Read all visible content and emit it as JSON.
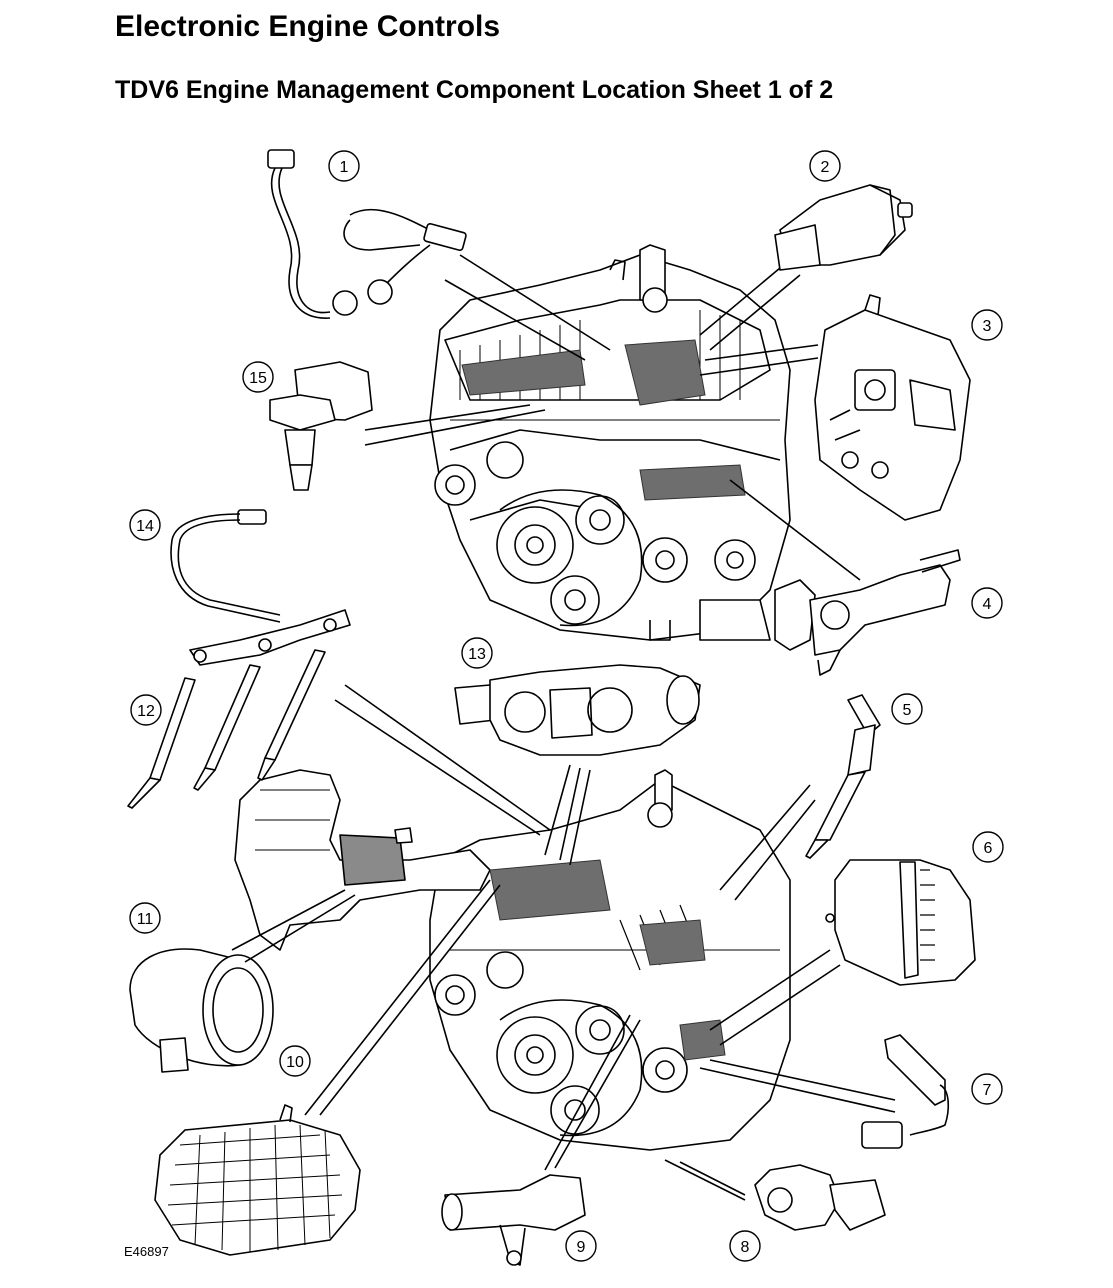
{
  "header": {
    "title": "Electronic Engine Controls",
    "subtitle": "TDV6 Engine Management Component Location Sheet 1 of 2"
  },
  "figure": {
    "id": "E46897",
    "callouts": [
      "1",
      "2",
      "3",
      "4",
      "5",
      "6",
      "7",
      "8",
      "9",
      "10",
      "11",
      "12",
      "13",
      "14",
      "15"
    ]
  },
  "colors": {
    "line": "#000000",
    "highlight": "#6e6e6e",
    "background": "#ffffff"
  }
}
